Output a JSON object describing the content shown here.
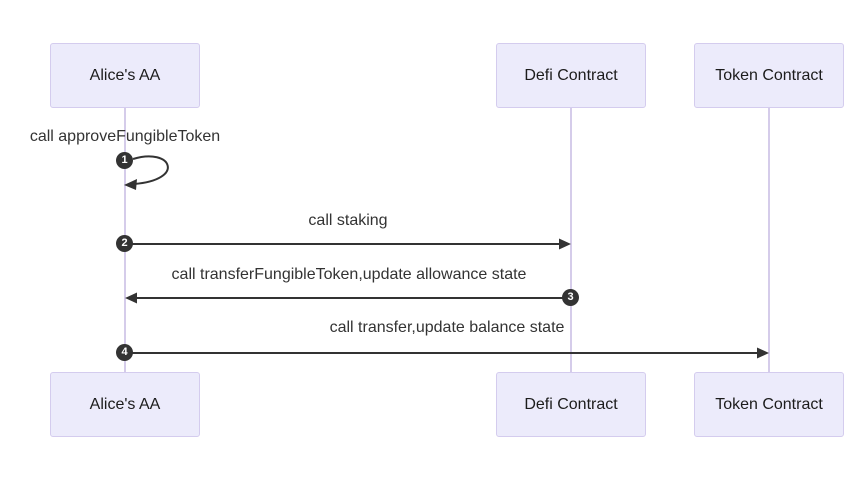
{
  "diagram": {
    "type": "sequence-diagram",
    "actors": [
      {
        "id": "alice",
        "label": "Alice's AA"
      },
      {
        "id": "defi",
        "label": "Defi Contract"
      },
      {
        "id": "token",
        "label": "Token Contract"
      }
    ],
    "messages": [
      {
        "seq": "1",
        "from": "alice",
        "to": "alice",
        "arrow": "self-loop",
        "text": "call approveFungibleToken"
      },
      {
        "seq": "2",
        "from": "alice",
        "to": "defi",
        "arrow": "solid-right",
        "text": "call staking"
      },
      {
        "seq": "3",
        "from": "defi",
        "to": "alice",
        "arrow": "solid-left",
        "text": "call transferFungibleToken,update allowance state"
      },
      {
        "seq": "4",
        "from": "alice",
        "to": "token",
        "arrow": "solid-right",
        "text": "call transfer,update balance state"
      }
    ],
    "colors": {
      "background": "#FFFFFF",
      "actor_fill": "#ECEBFB",
      "actor_border": "#D4CCEE",
      "lifeline": "#D5CCEA",
      "arrow": "#333333",
      "badge_bg": "#333333",
      "badge_text": "#FFFFFF",
      "text": "#333333"
    }
  }
}
